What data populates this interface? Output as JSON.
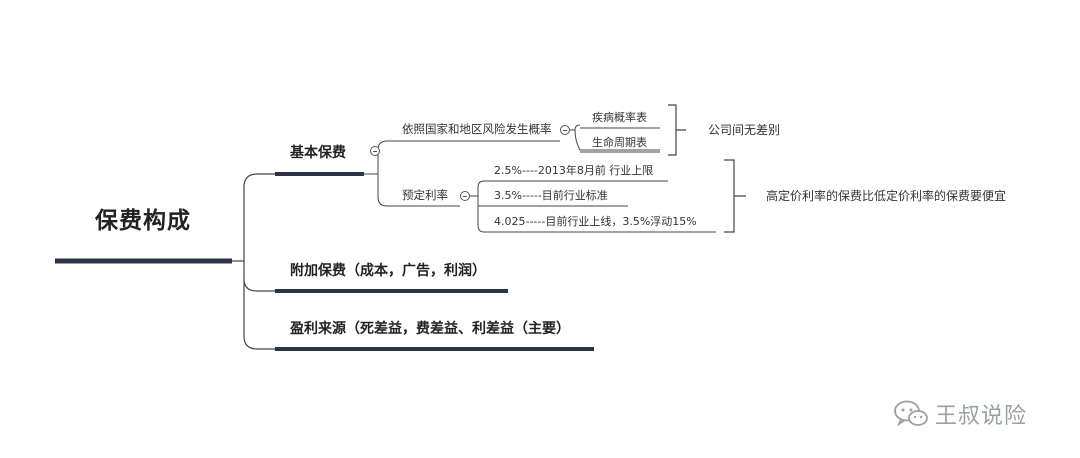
{
  "root": {
    "label": "保费构成"
  },
  "branches": {
    "basic": {
      "label": "基本保费",
      "children": {
        "probability": {
          "label": "依照国家和地区风险发生概率",
          "items": [
            "疾病概率表",
            "生命周期表"
          ],
          "note": "公司间无差别"
        },
        "rate": {
          "label": "预定利率",
          "items": [
            "2.5%----2013年8月前 行业上限",
            "3.5%-----目前行业标准",
            "4.025-----目前行业上线，3.5%浮动15%"
          ],
          "note": "高定价利率的保费比低定价利率的保费要便宜"
        }
      }
    },
    "additional": {
      "label": "附加保费（成本，广告，利润）"
    },
    "profit": {
      "label": "盈利来源（死差益，费差益、利差益（主要）"
    }
  },
  "watermark": {
    "text": "王叔说险",
    "icon": "wechat-icon"
  },
  "colors": {
    "branch_underline": "#2b3445",
    "line": "#444444",
    "accent_gray": "#9aa0a6"
  }
}
